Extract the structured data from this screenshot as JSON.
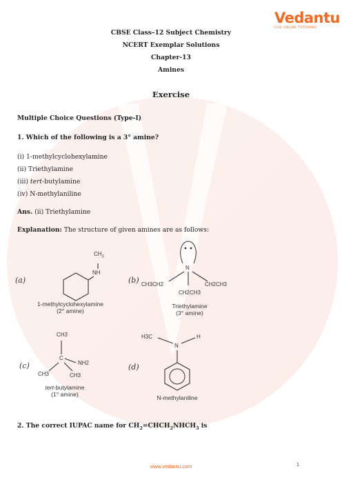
{
  "brand": {
    "logo_text": "Vedantu",
    "tagline": "LIVE ONLINE TUTORING",
    "accent_color": "#f26a21"
  },
  "header": {
    "line1": "CBSE Class–12 Subject Chemistry",
    "line2": "NCERT Exemplar Solutions",
    "line3": "Chapter-13",
    "line4": "Amines"
  },
  "section_title": "Exercise",
  "subsection": "Multiple Choice Questions (Type-I)",
  "question1": {
    "text": "1. Which of the following is a 3° amine?",
    "options": {
      "i": "(i) 1-methylcyclohexylamine",
      "ii": "(ii) Triethylamine",
      "iii_prefix": "(iii) ",
      "iii_italic": "tert",
      "iii_suffix": "-butylamine",
      "iv": "(iv) N-methylaniline"
    },
    "answer_label": "Ans.",
    "answer_text": " (ii) Triethylamine",
    "explanation_label": "Explanation:",
    "explanation_text": " The structure of given amines are as follows:"
  },
  "figure": {
    "a": {
      "tag": "(a)",
      "ch3": "CH",
      "ch3_sub": "3",
      "nh": "NH",
      "name": "1-methylcyclohexylamine",
      "type": "(2° amine)"
    },
    "b": {
      "tag": "(b)",
      "n": "N",
      "left": "CH3CH2",
      "right": "CH2CH3",
      "bottom": "CH2CH3",
      "name": "Triethylamine",
      "type": "(3° amine)"
    },
    "c": {
      "tag": "(c)",
      "top": "CH3",
      "c": "C",
      "nh2": "NH2",
      "left": "CH3",
      "right": "CH3",
      "name_italic": "tert",
      "name_rest": "-butylamine",
      "type": "(1° amine)"
    },
    "d": {
      "tag": "(d)",
      "h3c": "H3C",
      "n": "N",
      "h": "H",
      "name": "N-methylaniline"
    }
  },
  "question2": {
    "prefix": "2. The correct IUPAC name for CH",
    "s1": "2",
    "mid1": "=CHCH",
    "s2": "2",
    "mid2": "NHCH",
    "s3": "3",
    "suffix": " is"
  },
  "footer": {
    "url": "www.vedantu.com",
    "page": "1"
  }
}
